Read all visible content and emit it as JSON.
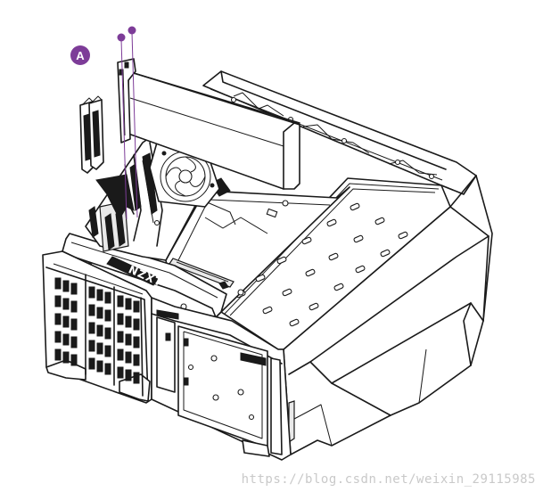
{
  "callout": {
    "label": "A",
    "color": "#7d3c98"
  },
  "case_brand": "NZXT",
  "watermark": "https://blog.csdn.net/weixin_29115985"
}
